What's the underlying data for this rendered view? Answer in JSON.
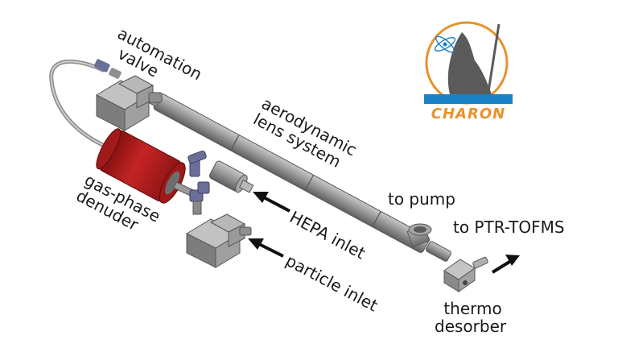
{
  "labels": {
    "automation_valve": [
      "automation",
      "valve"
    ],
    "aerodynamic_lens": [
      "aerodynamic",
      "lens system"
    ],
    "gas_phase_denuder": [
      "gas-phase",
      "denuder"
    ],
    "hepa_inlet": "HEPA inlet",
    "particle_inlet": "particle inlet",
    "to_pump": "to pump",
    "to_ptr_tofms": "to PTR-TOFMS",
    "thermo_desorber": [
      "thermo",
      "desorber"
    ]
  },
  "logo": {
    "text": "CHARON",
    "colors": {
      "orange": "#e8922d",
      "blue": "#1a82c4",
      "grey": "#5a5a5a"
    }
  },
  "colors": {
    "tube": "#9a9a9a",
    "tube_dark": "#6e6e6e",
    "denuder": "#b51d1d",
    "valve": "#8c8c8c",
    "fitting": "#6a6f9a",
    "arrow": "#111111"
  }
}
